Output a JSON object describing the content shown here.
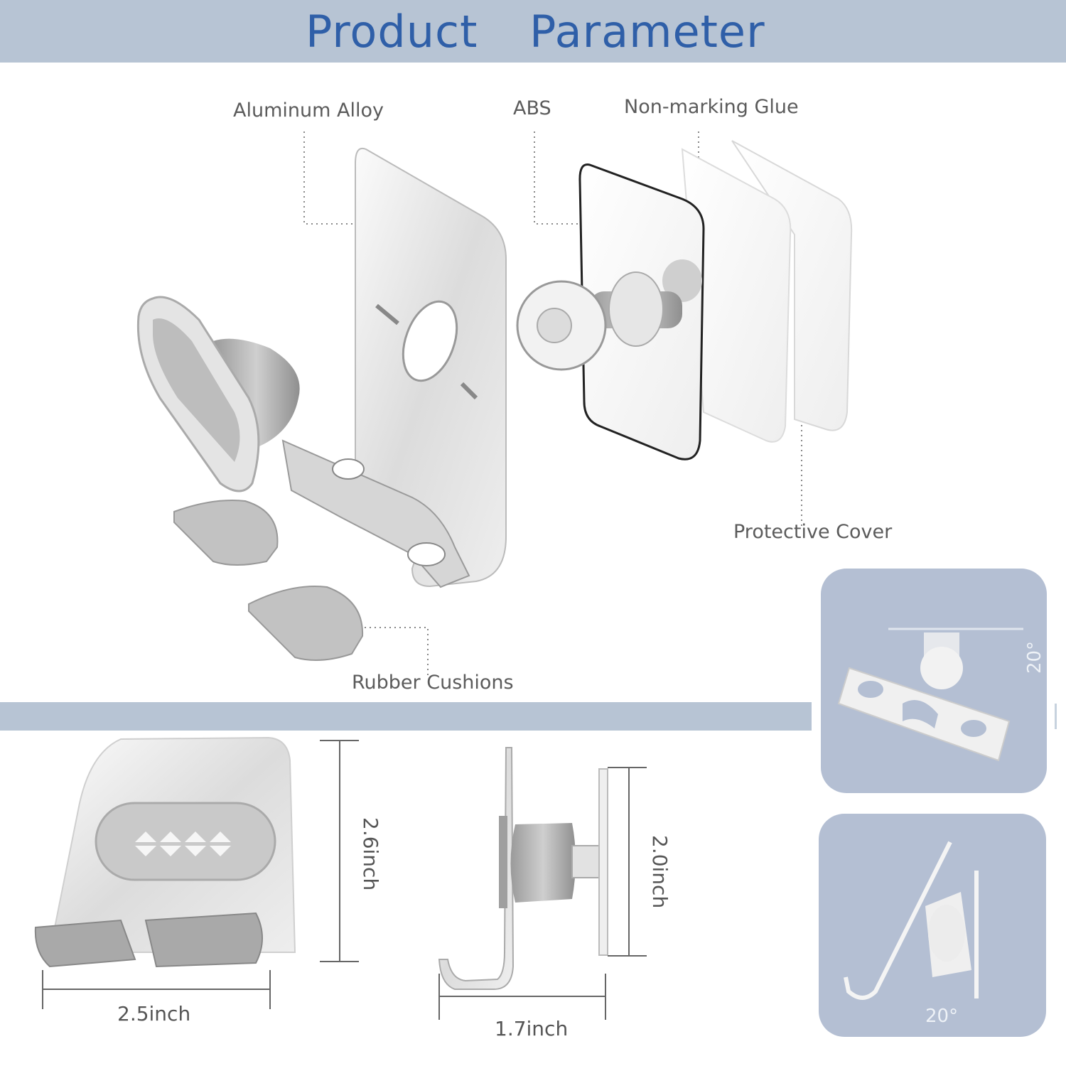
{
  "header": {
    "title_word_1": "Product",
    "title_word_2": "Parameter"
  },
  "parts": {
    "aluminum_alloy": "Aluminum Alloy",
    "abs": "ABS",
    "non_marking_glue": "Non-marking Glue",
    "protective_cover": "Protective Cover",
    "rubber_cushions": "Rubber Cushions"
  },
  "dimensions": {
    "front_height": "2.6inch",
    "front_width": "2.5inch",
    "side_height": "2.0inch",
    "side_width": "1.7inch"
  },
  "rotation": {
    "top_angle": "20°",
    "bottom_angle": "20°"
  },
  "colors": {
    "accent_title": "#2f5fa8",
    "band": "#b7c4d4",
    "panel": "#b4bfd3"
  }
}
